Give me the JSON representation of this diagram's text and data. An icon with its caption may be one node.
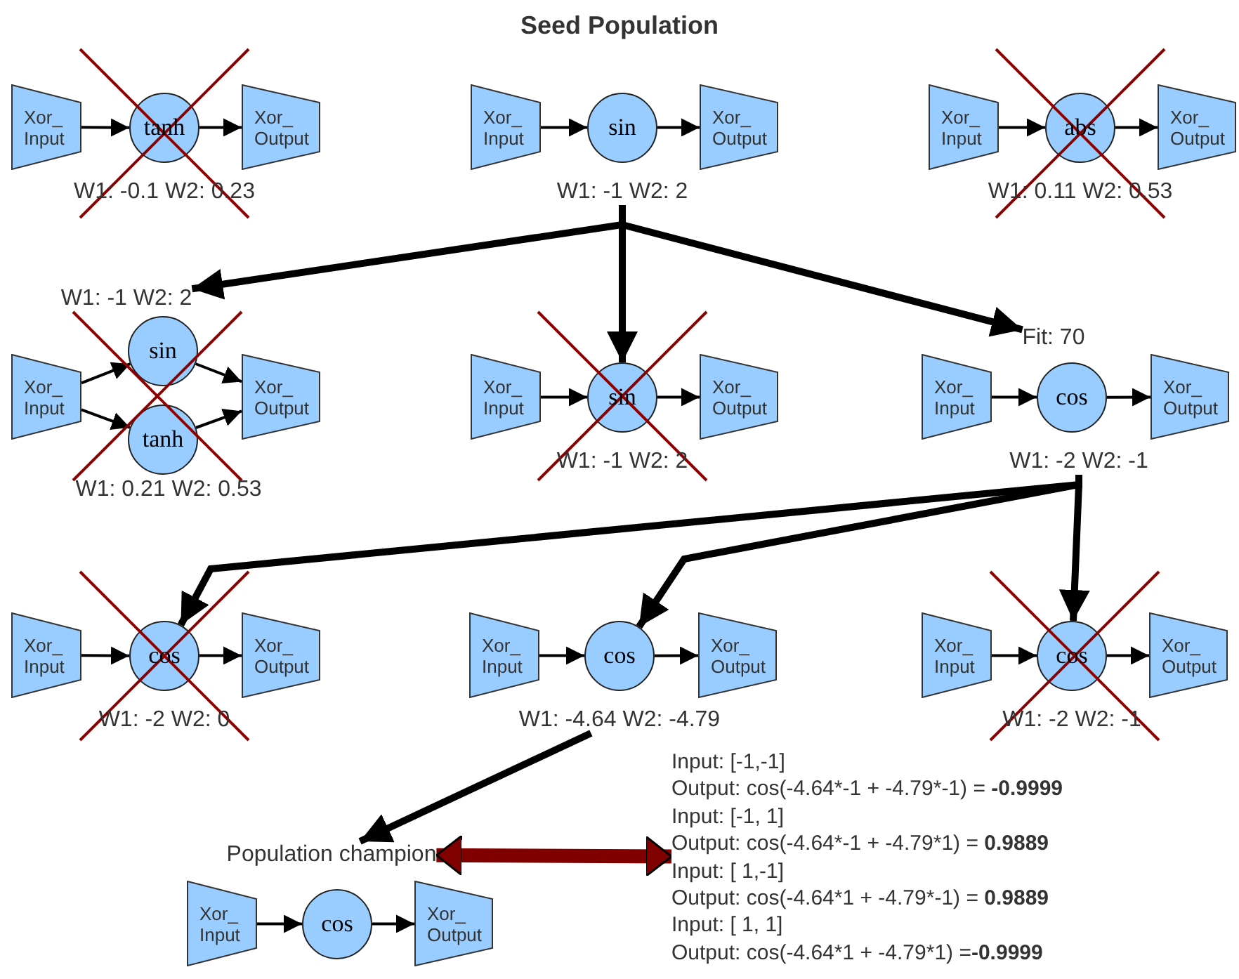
{
  "diagram": {
    "title": "Seed Population",
    "nodes": [
      {
        "text": [
          "Xor_ Input"
        ]
      },
      {
        "text": [
          "tanh"
        ]
      },
      {
        "text": [
          "Xor_ Output"
        ]
      },
      {
        "text": [
          "W1: -0.1 W2: 0.23"
        ]
      },
      {
        "text": [
          "Xor_ Input"
        ]
      },
      {
        "text": [
          "sin"
        ]
      },
      {
        "text": [
          "Xor_ Output"
        ]
      },
      {
        "text": [
          "W1: -1 W2: 2"
        ]
      },
      {
        "text": [
          "Xor_ Input"
        ]
      },
      {
        "text": [
          "abs"
        ]
      },
      {
        "text": [
          "Xor_ Output"
        ]
      },
      {
        "text": [
          "W1: 0.11 W2: 0.53"
        ]
      },
      {
        "text": [
          "W1: -1 W2: 2"
        ]
      },
      {
        "text": [
          "Xor_ Input"
        ]
      },
      {
        "text": [
          "sin"
        ]
      },
      {
        "text": [
          "tanh"
        ]
      },
      {
        "text": [
          "Xor_ Output"
        ]
      },
      {
        "text": [
          "W1: 0.21 W2: 0.53"
        ]
      },
      {
        "text": [
          "Xor_ Input"
        ]
      },
      {
        "text": [
          "sin"
        ]
      },
      {
        "text": [
          "Xor_ Output"
        ]
      },
      {
        "text": [
          "W1: -1 W2: 2"
        ]
      },
      {
        "text": [
          "Fit: 70"
        ]
      },
      {
        "text": [
          "Xor_ Input"
        ]
      },
      {
        "text": [
          "cos"
        ]
      },
      {
        "text": [
          "Xor_ Output"
        ]
      },
      {
        "text": [
          "W1: -2 W2: -1"
        ]
      },
      {
        "text": [
          "Xor_ Input"
        ]
      },
      {
        "text": [
          "cos"
        ]
      },
      {
        "text": [
          "Xor_ Output"
        ]
      },
      {
        "text": [
          "W1: -2 W2: 0"
        ]
      },
      {
        "text": [
          "Xor_ Input"
        ]
      },
      {
        "text": [
          "cos"
        ]
      },
      {
        "text": [
          "Xor_ Output"
        ]
      },
      {
        "text": [
          "W1: -4.64 W2: -4.79"
        ]
      },
      {
        "text": [
          "Xor_ Input"
        ]
      },
      {
        "text": [
          "cos"
        ]
      },
      {
        "text": [
          "Xor_ Output"
        ]
      },
      {
        "text": [
          "W1: -2 W2: -1"
        ]
      },
      {
        "text": [
          "Population champion"
        ]
      },
      {
        "text": [
          "Xor_ Input"
        ]
      },
      {
        "text": [
          "cos"
        ]
      },
      {
        "text": [
          "Xor_ Output"
        ]
      },
      {
        "text": [
          "Input: [-1,-1]",
          "Output: cos(-4.64*-1 + -4.79*-1) = **-0.9999**",
          "Input: [-1, 1]",
          "Output: cos(-4.64*-1 + -4.79*1) = **0.9889**",
          "Input: [ 1,-1]",
          "Output: cos(-4.64*1 + -4.79*-1) = **0.9889**",
          "Input: [ 1, 1]",
          "Output: cos(-4.64*1 + -4.79*1) =**-0.9999**"
        ]
      }
    ],
    "edges": [
      {
        "from": 0,
        "to": 1,
        "arrow": "to"
      },
      {
        "from": 1,
        "to": 2,
        "arrow": "to"
      },
      {
        "from": 4,
        "to": 5,
        "arrow": "to"
      },
      {
        "from": 5,
        "to": 6,
        "arrow": "to"
      },
      {
        "from": 8,
        "to": 9,
        "arrow": "to"
      },
      {
        "from": 9,
        "to": 10,
        "arrow": "to"
      },
      {
        "from": 13,
        "to": 14,
        "arrow": "to"
      },
      {
        "from": 13,
        "to": 15,
        "arrow": "to"
      },
      {
        "from": 14,
        "to": 16,
        "arrow": "to"
      },
      {
        "from": 15,
        "to": 16,
        "arrow": "to"
      },
      {
        "from": 18,
        "to": 19,
        "arrow": "to"
      },
      {
        "from": 19,
        "to": 20,
        "arrow": "to"
      },
      {
        "from": 23,
        "to": 24,
        "arrow": "to"
      },
      {
        "from": 24,
        "to": 25,
        "arrow": "to"
      },
      {
        "from": 27,
        "to": 28,
        "arrow": "to"
      },
      {
        "from": 28,
        "to": 29,
        "arrow": "to"
      },
      {
        "from": 31,
        "to": 32,
        "arrow": "to"
      },
      {
        "from": 32,
        "to": 33,
        "arrow": "to"
      },
      {
        "from": 35,
        "to": 36,
        "arrow": "to"
      },
      {
        "from": 36,
        "to": 37,
        "arrow": "to"
      },
      {
        "from": 40,
        "to": 41,
        "arrow": "to"
      },
      {
        "from": 41,
        "to": 42,
        "arrow": "to"
      },
      {
        "from": 7,
        "to": 12,
        "arrow": "to",
        "style": "thick"
      },
      {
        "from": 7,
        "to": 19,
        "arrow": "to",
        "style": "thick"
      },
      {
        "from": 7,
        "to": 22,
        "arrow": "to",
        "style": "thick"
      },
      {
        "from": 26,
        "to": 28,
        "arrow": "to",
        "style": "thick"
      },
      {
        "from": 26,
        "to": 32,
        "arrow": "to",
        "style": "thick"
      },
      {
        "from": 26,
        "to": 36,
        "arrow": "to",
        "style": "thick"
      },
      {
        "from": 34,
        "to": 39,
        "arrow": "to",
        "style": "thick"
      },
      {
        "from": 39,
        "to": 43,
        "arrow": "both",
        "style": "thick",
        "color": "#800000"
      }
    ]
  }
}
